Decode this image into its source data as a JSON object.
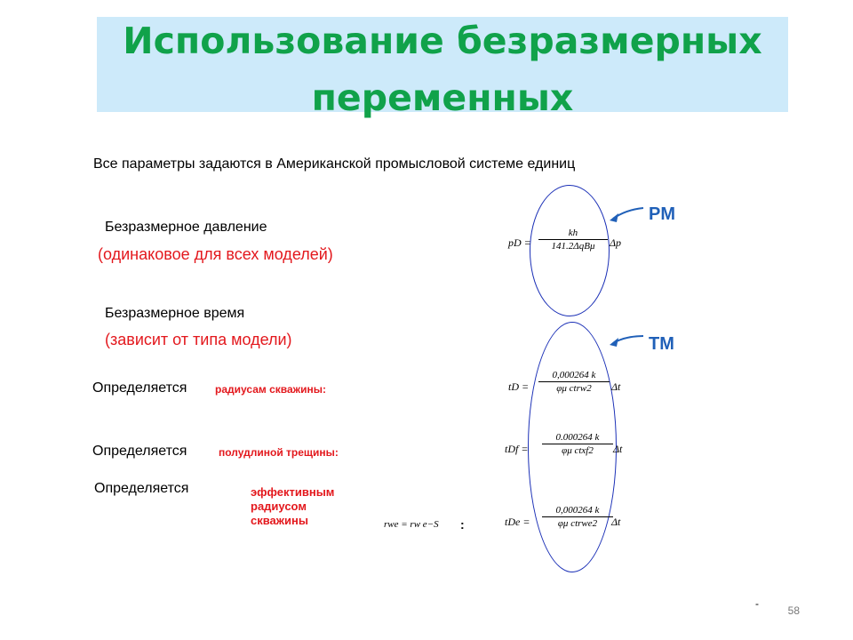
{
  "title": {
    "line1": "Использование безразмерных",
    "line2": "переменных"
  },
  "intro": "Все параметры задаются в Американской промысловой системе единиц",
  "pressure": {
    "label": "Безразмерное давление",
    "note": "(одинаковое для всех моделей)"
  },
  "time": {
    "label": "Безразмерное время",
    "note": "(зависит от типа модели)"
  },
  "rows": [
    {
      "prefix": "Определяется",
      "by": "радиусам скважины:"
    },
    {
      "prefix": "Определяется",
      "by": "полудлиной трещины:"
    },
    {
      "prefix": "Определяется",
      "by_lines": [
        "эффективным",
        "радиусом",
        "скважины"
      ]
    }
  ],
  "labels": {
    "pm": "PM",
    "tm": "TM"
  },
  "formulas": {
    "pd": {
      "lhs": "pD =",
      "num": "kh",
      "den": "141.2ΔqBμ",
      "rhs": "Δp"
    },
    "td": {
      "lhs": "tD =",
      "num": "0,000264 k",
      "den": "φμ ctrw2",
      "rhs": "Δt"
    },
    "tdf": {
      "lhs": "tDf =",
      "num": "0.000264 k",
      "den": "φμ ctxf2",
      "rhs": "Δt"
    },
    "tde": {
      "lhs": "tDe =",
      "num": "0,000264 k",
      "den": "φμ ctrwe2",
      "rhs": "Δt"
    },
    "rwe": {
      "text": "rwe = rw e−S",
      "colon": ":"
    }
  },
  "dash": "-",
  "page_number": "58"
}
